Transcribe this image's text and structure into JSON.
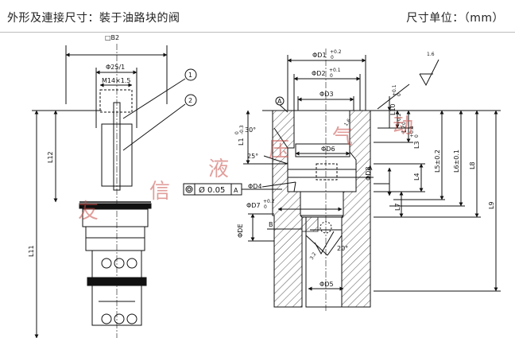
{
  "header": {
    "title": "外形及連接尺寸：裝于油路块的阀",
    "unit": "尺寸单位：（mm）"
  },
  "left_view": {
    "square_label": "□B2",
    "thread_dia": "Φ25/1",
    "thread": "M14×1.5",
    "callout_1": "1",
    "callout_2": "2",
    "l12": "L12",
    "l11": "L11"
  },
  "right_view": {
    "d1": "ΦD1",
    "d1_tol": "+0.2",
    "d1_tol2": "0",
    "d2": "ΦD2",
    "d2_tol": "+0.1",
    "d2_tol2": "0",
    "d3": "ΦD3",
    "d4": "ΦD4",
    "d5": "ΦD5",
    "d6": "ΦD6",
    "d7": "ΦD7",
    "d7_tol": "+0.2",
    "d7_tol2": "0",
    "d8": "ΦD8",
    "de": "ΦDE",
    "l1": "L1",
    "l1_tol": "0",
    "l1_tol2": "-0.3",
    "l2": "L2",
    "l3": "L3",
    "l3_tol": "+0.4",
    "l3_tol2": "0",
    "l4": "L4",
    "l5": "L5±0.2",
    "l6": "L6±0.1",
    "l7": "L7",
    "l8": "L8",
    "l9": "L9",
    "l10": "L10",
    "l10_tol": "+0.1",
    "l10_tol2": "0",
    "l2_tol": "+0.2",
    "l2_tol2": "0",
    "roughness_top": "1.6",
    "roughness_mid": "1.6",
    "roughness_bottom": "3.2",
    "angle_30": "30°",
    "angle_25": "25°",
    "angle_20": "20°",
    "datum_a": "A",
    "datum_a2": "A",
    "datum_b": "B",
    "concentricity_value": "Ø 0.05",
    "concentricity_ref": "A"
  },
  "watermark": [
    "友",
    "信",
    "液",
    "压",
    "气",
    "动"
  ],
  "colors": {
    "line": "#111111",
    "hatch": "#555555",
    "watermark": "#c8504a",
    "header_rule": "#bdbdbd"
  }
}
